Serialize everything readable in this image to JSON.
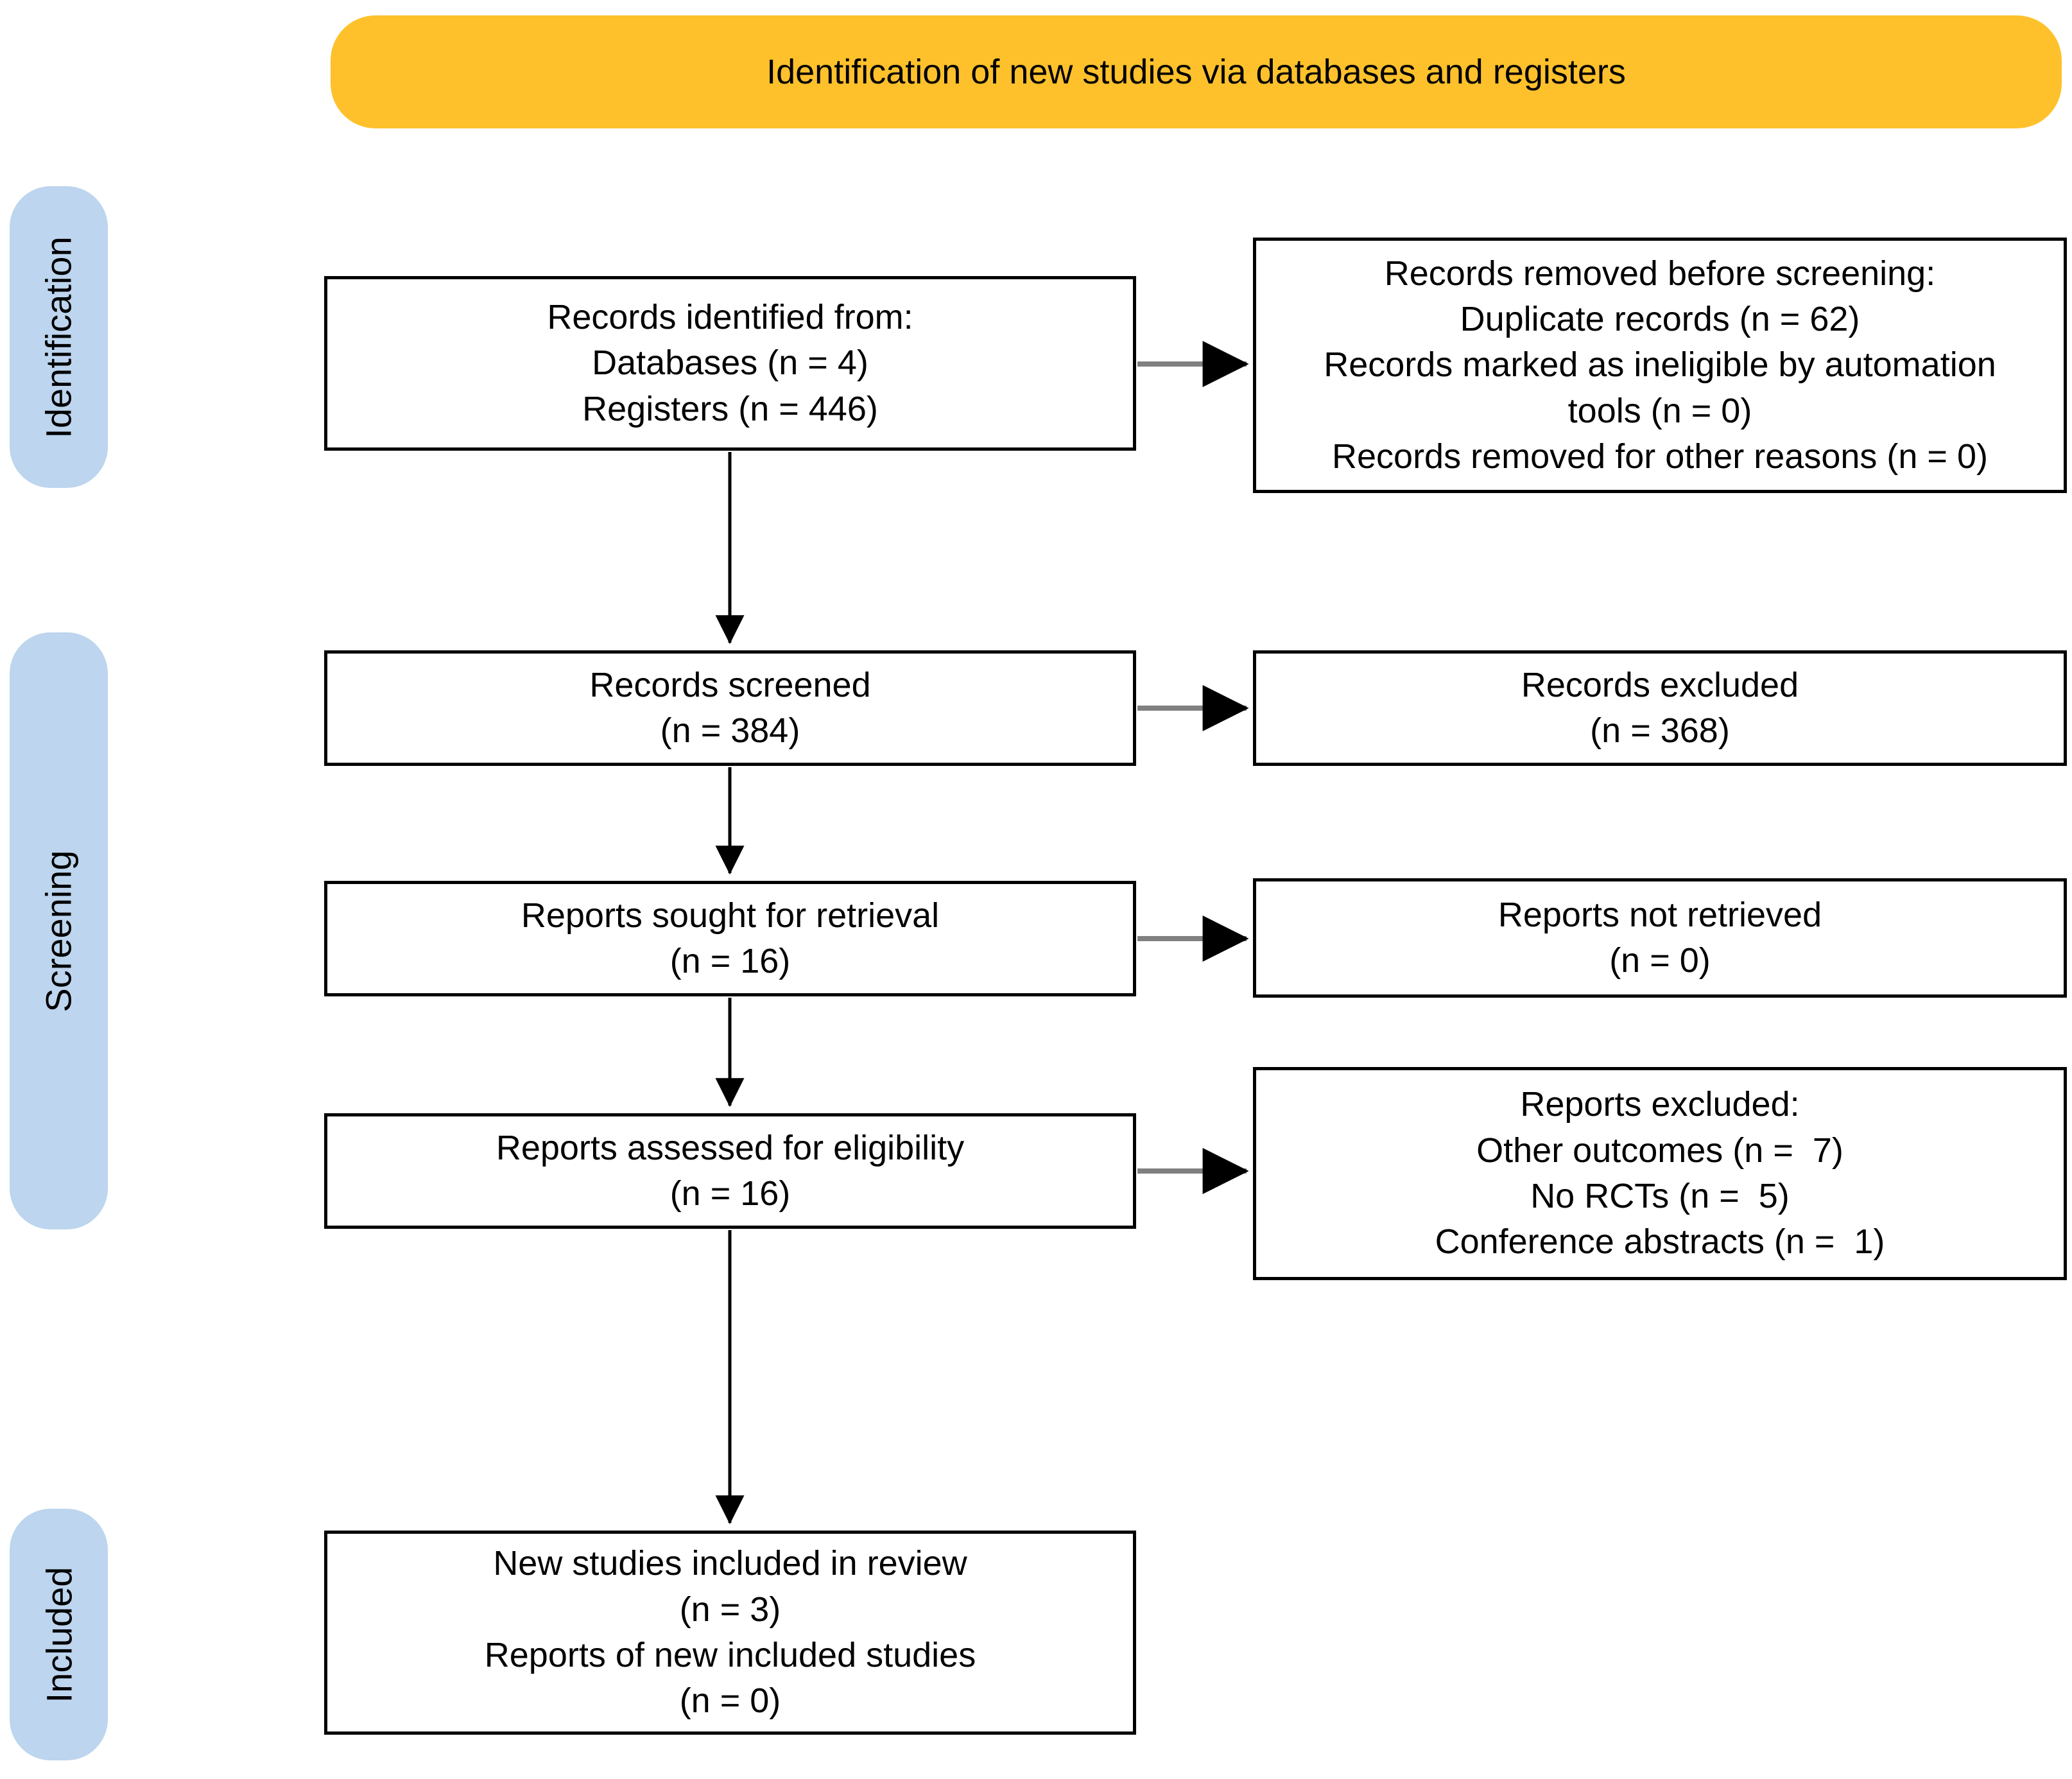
{
  "banner": {
    "title": "Identification of new studies via databases and registers"
  },
  "stages": [
    {
      "label": "Identification"
    },
    {
      "label": "Screening"
    },
    {
      "label": "Included"
    }
  ],
  "boxes": {
    "records_identified": "Records identified from:\nDatabases (n = 4)\nRegisters (n = 446)",
    "records_removed": "Records removed before screening:\nDuplicate records (n = 62)\nRecords marked as ineligible by automation\ntools (n = 0)\nRecords removed for other reasons (n = 0)",
    "records_screened": "Records screened\n(n = 384)",
    "records_excluded": "Records excluded\n(n = 368)",
    "reports_sought": "Reports sought for retrieval\n(n = 16)",
    "reports_not_retrieved": "Reports not retrieved\n(n = 0)",
    "reports_assessed": "Reports assessed for eligibility\n(n = 16)",
    "reports_excluded": "Reports excluded:\nOther outcomes (n =  7)\nNo RCTs (n =  5)\nConference abstracts (n =  1)",
    "new_studies": "New studies included in review\n(n = 3)\nReports of new included studies\n(n = 0)"
  },
  "colors": {
    "banner_bg": "#FEC12C",
    "stage_bg": "#BDD5EE",
    "box_border": "#000000",
    "arrow": "#000000",
    "arrow_shaft_h": "#808080",
    "text": "#000000",
    "canvas_bg": "#FFFFFF"
  }
}
